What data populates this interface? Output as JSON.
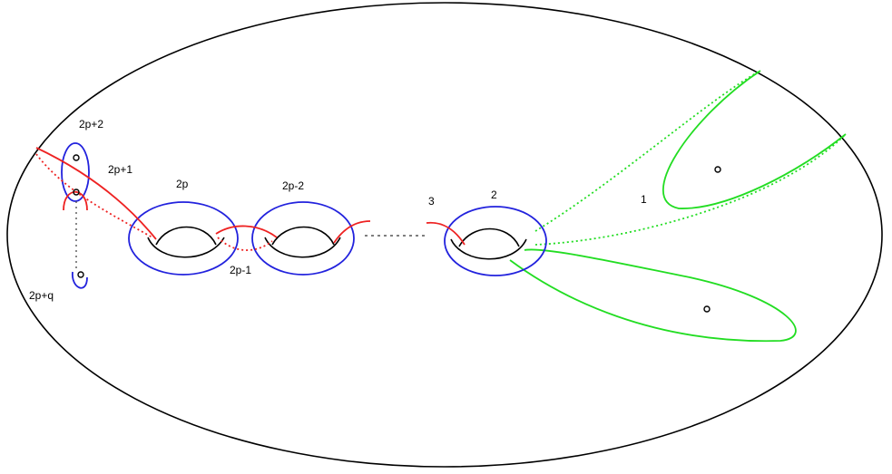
{
  "labels": {
    "generator_2p_plus_2": "2p+2",
    "generator_2p_plus_1": "2p+1",
    "generator_2p": "2p",
    "generator_2p_minus_1": "2p-1",
    "generator_2p_minus_2": "2p-2",
    "generator_3": "3",
    "generator_2": "2",
    "generator_1": "1",
    "generator_2p_plus_q": "2p+q"
  },
  "colors": {
    "surface": "#000000",
    "blue_curves": "#2222dd",
    "red_curves": "#ee2222",
    "green_curves": "#22dd22",
    "connector_dots": "#555555"
  }
}
